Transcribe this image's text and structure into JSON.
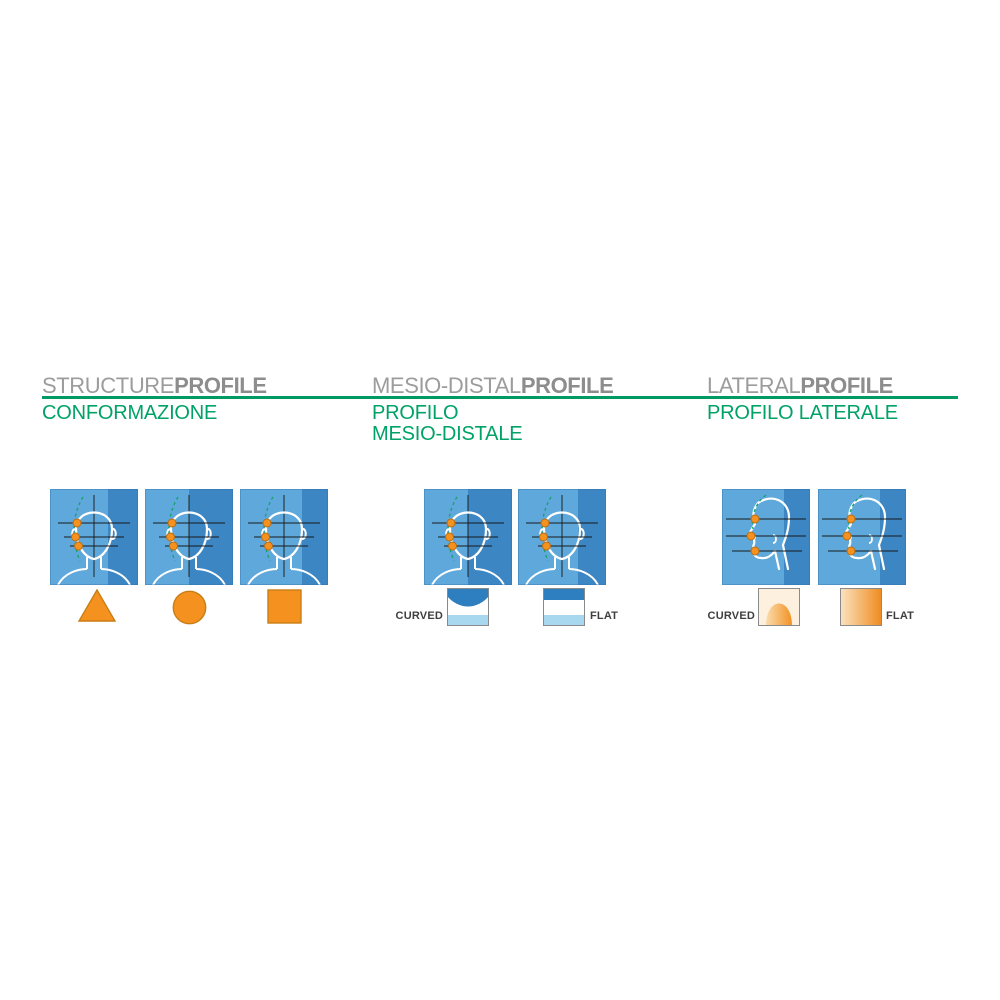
{
  "sections": [
    {
      "id": "structure-profile",
      "title_regular": "STRUCTURE",
      "title_bold": "PROFILE",
      "subtitle_lines": [
        "CONFORMAZIONE"
      ],
      "tile_count": 3,
      "shape_icons": [
        "triangle-icon",
        "circle-icon",
        "square-icon"
      ]
    },
    {
      "id": "mesio-distal-profile",
      "title_regular": "MESIO-DISTAL",
      "title_bold": "PROFILE",
      "subtitle_lines": [
        "PROFILO",
        "MESIO-DISTALE"
      ],
      "tile_count": 2,
      "curved_label": "CURVED",
      "flat_label": "FLAT"
    },
    {
      "id": "lateral-profile",
      "title_regular": "LATERAL",
      "title_bold": "PROFILE",
      "subtitle_lines": [
        "PROFILO LATERALE"
      ],
      "tile_count": 2,
      "curved_label": "CURVED",
      "flat_label": "FLAT"
    }
  ],
  "colors": {
    "title_gray": "#9c9c9c",
    "title_bold_gray": "#8d8d8d",
    "accent_green": "#009b63",
    "subtitle_green": "#00a267",
    "tile_blue_light": "#5fa8db",
    "tile_blue_dark": "#3c86c4",
    "marker_orange": "#f5921f",
    "label_text": "#3f3f3f"
  }
}
